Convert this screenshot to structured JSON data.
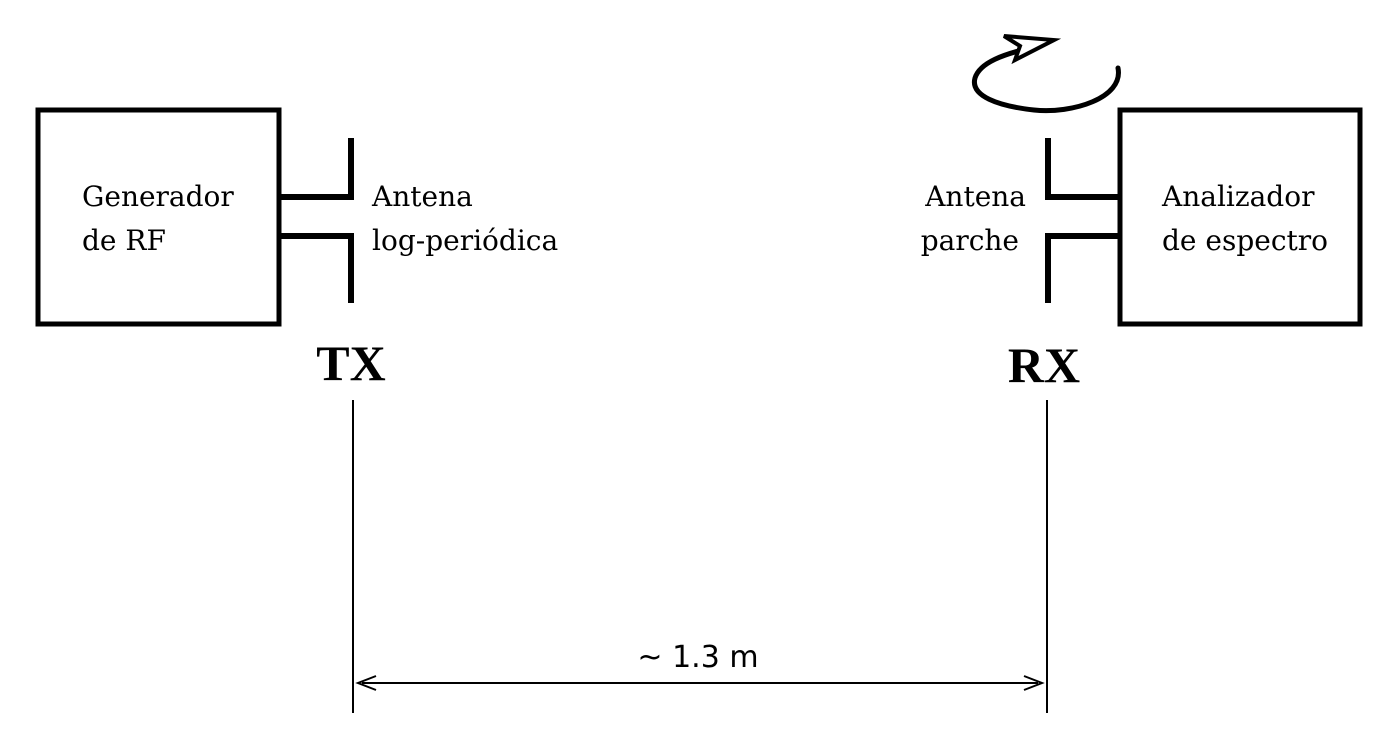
{
  "transmitter": {
    "box_label_line1": "Generador",
    "box_label_line2": "de RF",
    "antenna_label_line1": "Antena",
    "antenna_label_line2": "log-periódica",
    "tag": "TX"
  },
  "receiver": {
    "box_label_line1": "Analizador",
    "box_label_line2": "de espectro",
    "antenna_label_line1": "Antena",
    "antenna_label_line2": "parche",
    "tag": "RX"
  },
  "distance": {
    "label": "~ 1.3 m"
  },
  "colors": {
    "stroke": "#000000",
    "background": "#ffffff"
  },
  "icons": {
    "rotation": "rotation-arrow-icon"
  }
}
